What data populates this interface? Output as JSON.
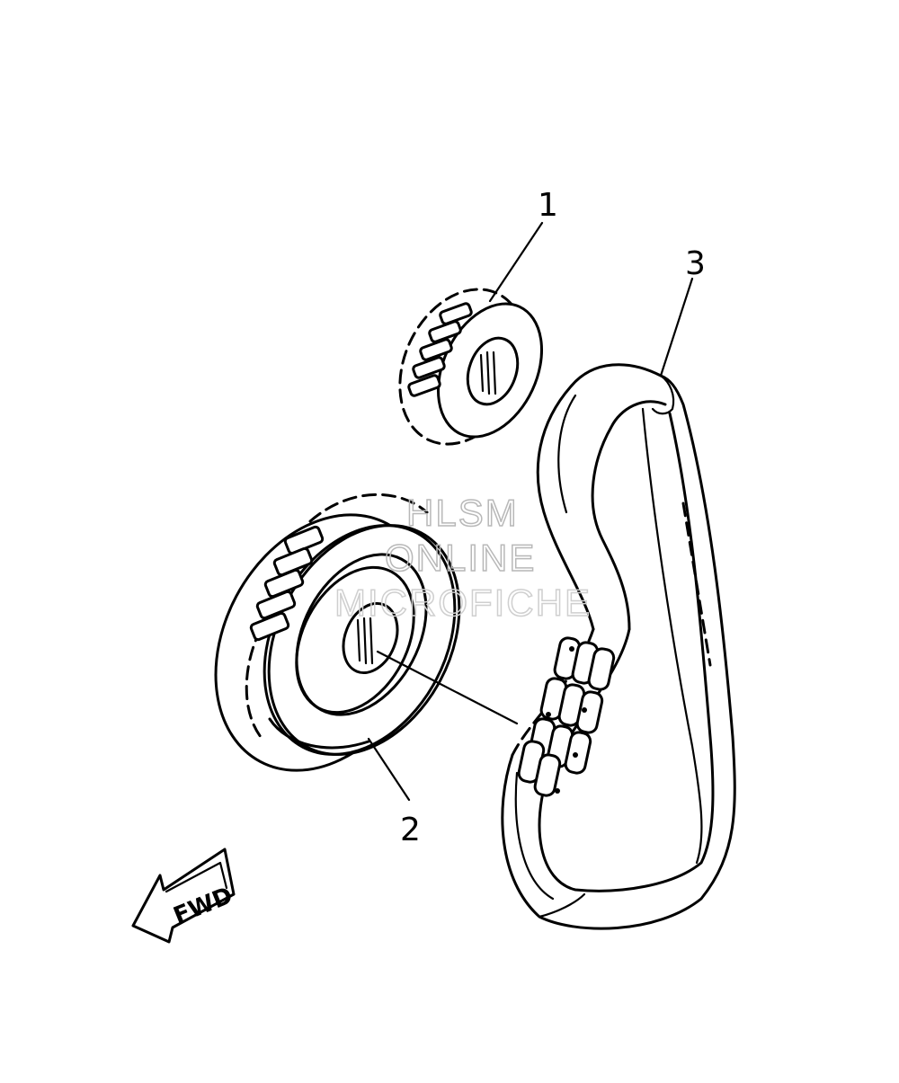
{
  "callouts": {
    "part_1": "1",
    "part_2": "2",
    "part_3": "3"
  },
  "direction_arrow": {
    "label": "FWD"
  },
  "watermark": {
    "line1": "HLSM",
    "line2": "ONLINE",
    "line3": "MICROFICHE"
  }
}
